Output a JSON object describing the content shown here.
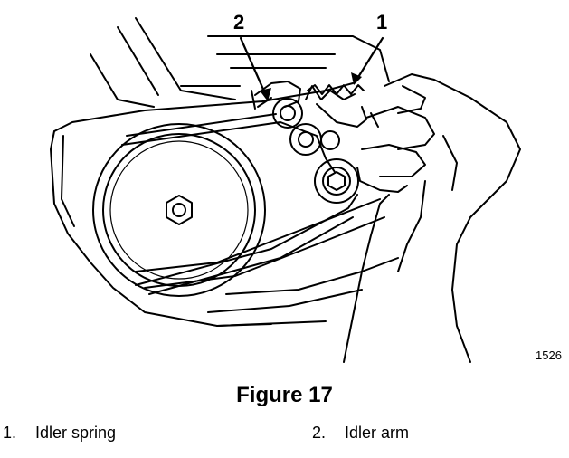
{
  "figure": {
    "title": "Figure 17",
    "id": "1526",
    "callouts": [
      "2",
      "1"
    ]
  },
  "legend": [
    {
      "num": "1.",
      "label": "Idler spring"
    },
    {
      "num": "2.",
      "label": "Idler arm"
    }
  ]
}
